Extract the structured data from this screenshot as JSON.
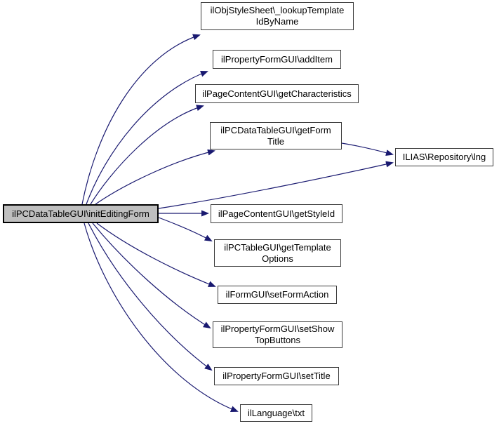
{
  "diagram": {
    "type": "call-graph",
    "colors": {
      "edge": "#191970",
      "node_fill": "#ffffff",
      "node_border": "#3a3a3a",
      "main_node_fill": "#bfbfbf",
      "text": "#000000",
      "background": "#ffffff"
    },
    "nodes": [
      {
        "id": "lookup-template-id-by-name",
        "label": "ilObjStyleSheet\\_lookupTemplate\nIdByName"
      },
      {
        "id": "add-item",
        "label": "ilPropertyFormGUI\\addItem"
      },
      {
        "id": "get-characteristics",
        "label": "ilPageContentGUI\\getCharacteristics"
      },
      {
        "id": "get-form-title",
        "label": "ilPCDataTableGUI\\getForm\nTitle"
      },
      {
        "id": "lng",
        "label": "ILIAS\\Repository\\lng"
      },
      {
        "id": "init-editing-form",
        "label": "ilPCDataTableGUI\\initEditingForm",
        "main": true
      },
      {
        "id": "get-style-id",
        "label": "ilPageContentGUI\\getStyleId"
      },
      {
        "id": "get-template-options",
        "label": "ilPCTableGUI\\getTemplate\nOptions"
      },
      {
        "id": "set-form-action",
        "label": "ilFormGUI\\setFormAction"
      },
      {
        "id": "set-show-top-buttons",
        "label": "ilPropertyFormGUI\\setShow\nTopButtons"
      },
      {
        "id": "set-title",
        "label": "ilPropertyFormGUI\\setTitle"
      },
      {
        "id": "txt",
        "label": "ilLanguage\\txt"
      }
    ],
    "edges": [
      {
        "from": "init-editing-form",
        "to": "lookup-template-id-by-name"
      },
      {
        "from": "init-editing-form",
        "to": "add-item"
      },
      {
        "from": "init-editing-form",
        "to": "get-characteristics"
      },
      {
        "from": "init-editing-form",
        "to": "get-form-title"
      },
      {
        "from": "init-editing-form",
        "to": "lng"
      },
      {
        "from": "get-form-title",
        "to": "lng"
      },
      {
        "from": "init-editing-form",
        "to": "get-style-id"
      },
      {
        "from": "init-editing-form",
        "to": "get-template-options"
      },
      {
        "from": "init-editing-form",
        "to": "set-form-action"
      },
      {
        "from": "init-editing-form",
        "to": "set-show-top-buttons"
      },
      {
        "from": "init-editing-form",
        "to": "set-title"
      },
      {
        "from": "init-editing-form",
        "to": "txt"
      }
    ]
  }
}
